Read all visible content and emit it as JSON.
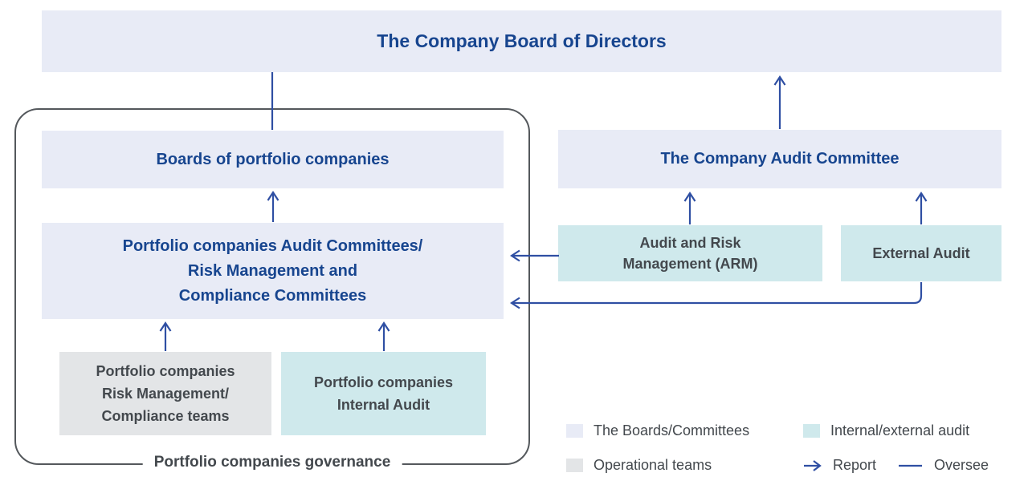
{
  "colors": {
    "committee_fill": "#E8EBF6",
    "audit_fill": "#CFE9EC",
    "operational_fill": "#E3E5E7",
    "navy_text": "#17458F",
    "arrow_blue": "#2F4FA3",
    "charcoal_text": "#43484D",
    "border_gray": "#54585C"
  },
  "nodes": {
    "board_of_directors": "The Company Board of Directors",
    "portfolio_boards": "Boards of portfolio companies",
    "portfolio_committees": "Portfolio companies Audit Committees/\nRisk Management and\nCompliance Committees",
    "risk_compliance_teams": "Portfolio companies\nRisk Management/\nCompliance teams",
    "portfolio_internal_audit": "Portfolio companies\nInternal Audit",
    "audit_committee": "The Company Audit Committee",
    "arm": "Audit and Risk\nManagement (ARM)",
    "external_audit": "External Audit"
  },
  "group": {
    "label": "Portfolio companies governance"
  },
  "connections": [
    {
      "from": "board_of_directors",
      "to": "portfolio_boards",
      "type": "oversee"
    },
    {
      "from": "portfolio_committees",
      "to": "portfolio_boards",
      "type": "report"
    },
    {
      "from": "risk_compliance_teams",
      "to": "portfolio_committees",
      "type": "report"
    },
    {
      "from": "portfolio_internal_audit",
      "to": "portfolio_committees",
      "type": "report"
    },
    {
      "from": "audit_committee",
      "to": "board_of_directors",
      "type": "report"
    },
    {
      "from": "arm",
      "to": "audit_committee",
      "type": "report"
    },
    {
      "from": "external_audit",
      "to": "audit_committee",
      "type": "report"
    },
    {
      "from": "arm",
      "to": "portfolio_committees",
      "type": "report"
    },
    {
      "from": "external_audit",
      "to": "portfolio_committees",
      "type": "report"
    }
  ],
  "legend": {
    "boards": "The Boards/Committees",
    "internal_external_audit": "Internal/external audit",
    "operational": "Operational teams",
    "report": "Report",
    "oversee": "Oversee"
  }
}
